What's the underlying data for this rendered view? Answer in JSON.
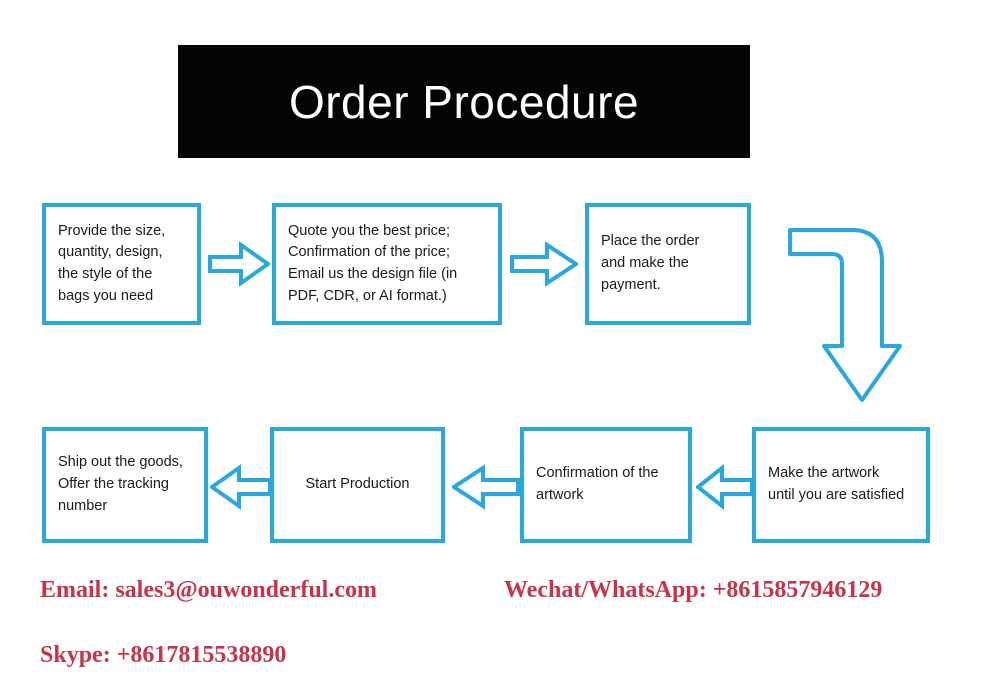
{
  "banner": {
    "title": "Order Procedure",
    "background_color": "#040404",
    "text_color": "#ffffff"
  },
  "theme": {
    "box_border_color": "#29a8e0",
    "arrow_color": "#29a8e0",
    "box_text_color": "#1a1a1a",
    "contact_text_color": "#c8334a",
    "page_background": "#ffffff"
  },
  "flow": {
    "row1": [
      {
        "id": "provide",
        "text": "Provide the size,\nquantity, design,\nthe style of the\nbags you need",
        "align": "left"
      },
      {
        "id": "quote",
        "text": "Quote you the best price;\nConfirmation of the price;\nEmail us the design file (in\nPDF, CDR, or AI format.)",
        "align": "left"
      },
      {
        "id": "place",
        "text": "Place the order\nand make the\npayment.",
        "align": "left"
      }
    ],
    "row2": [
      {
        "id": "ship",
        "text": "Ship out the goods,\nOffer the tracking\nnumber",
        "align": "left"
      },
      {
        "id": "start",
        "text": "Start Production",
        "align": "center"
      },
      {
        "id": "confirm",
        "text": "Confirmation of the\nartwork",
        "align": "left"
      },
      {
        "id": "make",
        "text": "Make the artwork\nuntil you are satisfied",
        "align": "left"
      }
    ],
    "arrows": [
      {
        "id": "arrow-1",
        "direction": "right",
        "from": "provide",
        "to": "quote"
      },
      {
        "id": "arrow-2",
        "direction": "right",
        "from": "quote",
        "to": "place"
      },
      {
        "id": "arrow-curve",
        "direction": "right-then-down",
        "from": "place",
        "to": "make"
      },
      {
        "id": "arrow-3",
        "direction": "left",
        "from": "make",
        "to": "confirm"
      },
      {
        "id": "arrow-4",
        "direction": "left",
        "from": "confirm",
        "to": "start"
      },
      {
        "id": "arrow-5",
        "direction": "left",
        "from": "start",
        "to": "ship"
      }
    ]
  },
  "contacts": {
    "email": "Email: sales3@ouwonderful.com",
    "wechat_whatsapp": "Wechat/WhatsApp: +8615857946129",
    "skype": "Skype: +8617815538890"
  }
}
